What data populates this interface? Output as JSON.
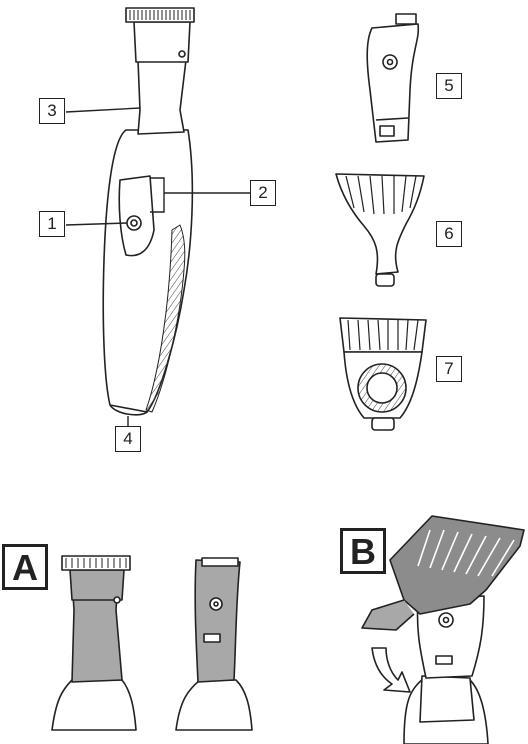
{
  "callouts": {
    "handle_button": "1",
    "display_panel": "2",
    "trimmer_head": "3",
    "bottom_port": "4",
    "attachment_small_trimmer": "5",
    "attachment_comb": "6",
    "attachment_adjustable_comb": "7"
  },
  "steps": {
    "a": "A",
    "b": "B"
  },
  "colors": {
    "line": "#222222",
    "shade": "#a8a8a8",
    "shade_dark": "#8c8c8c",
    "paper": "#ffffff"
  }
}
